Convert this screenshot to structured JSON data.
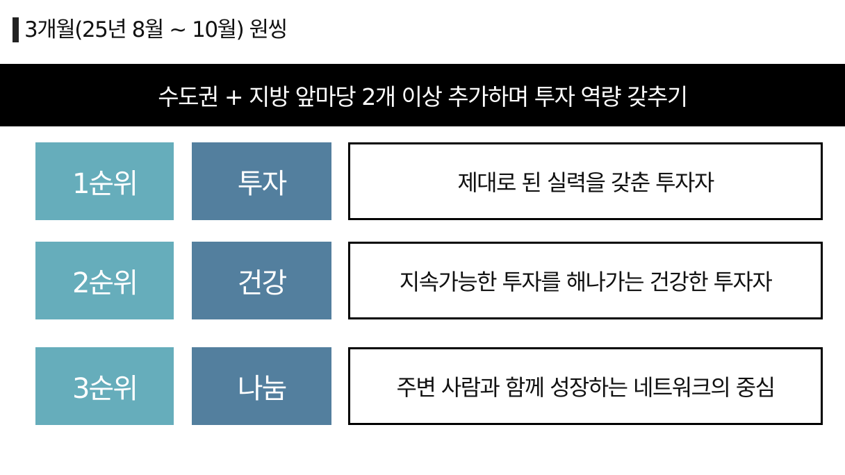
{
  "title": "3개월(25년 8월 ~ 10월) 원씽",
  "banner": "수도권 + 지방 앞마당 2개 이상 추가하며 투자 역량 갖추기",
  "colors": {
    "rank_bg": "#66adbb",
    "keyword_bg": "#537f9e",
    "banner_bg": "#000000"
  },
  "rows": [
    {
      "rank": "1순위",
      "keyword": "투자",
      "description": "제대로 된 실력을 갖춘 투자자"
    },
    {
      "rank": "2순위",
      "keyword": "건강",
      "description": "지속가능한 투자를 해나가는 건강한 투자자"
    },
    {
      "rank": "3순위",
      "keyword": "나눔",
      "description": "주변 사람과 함께 성장하는 네트워크의 중심"
    }
  ]
}
